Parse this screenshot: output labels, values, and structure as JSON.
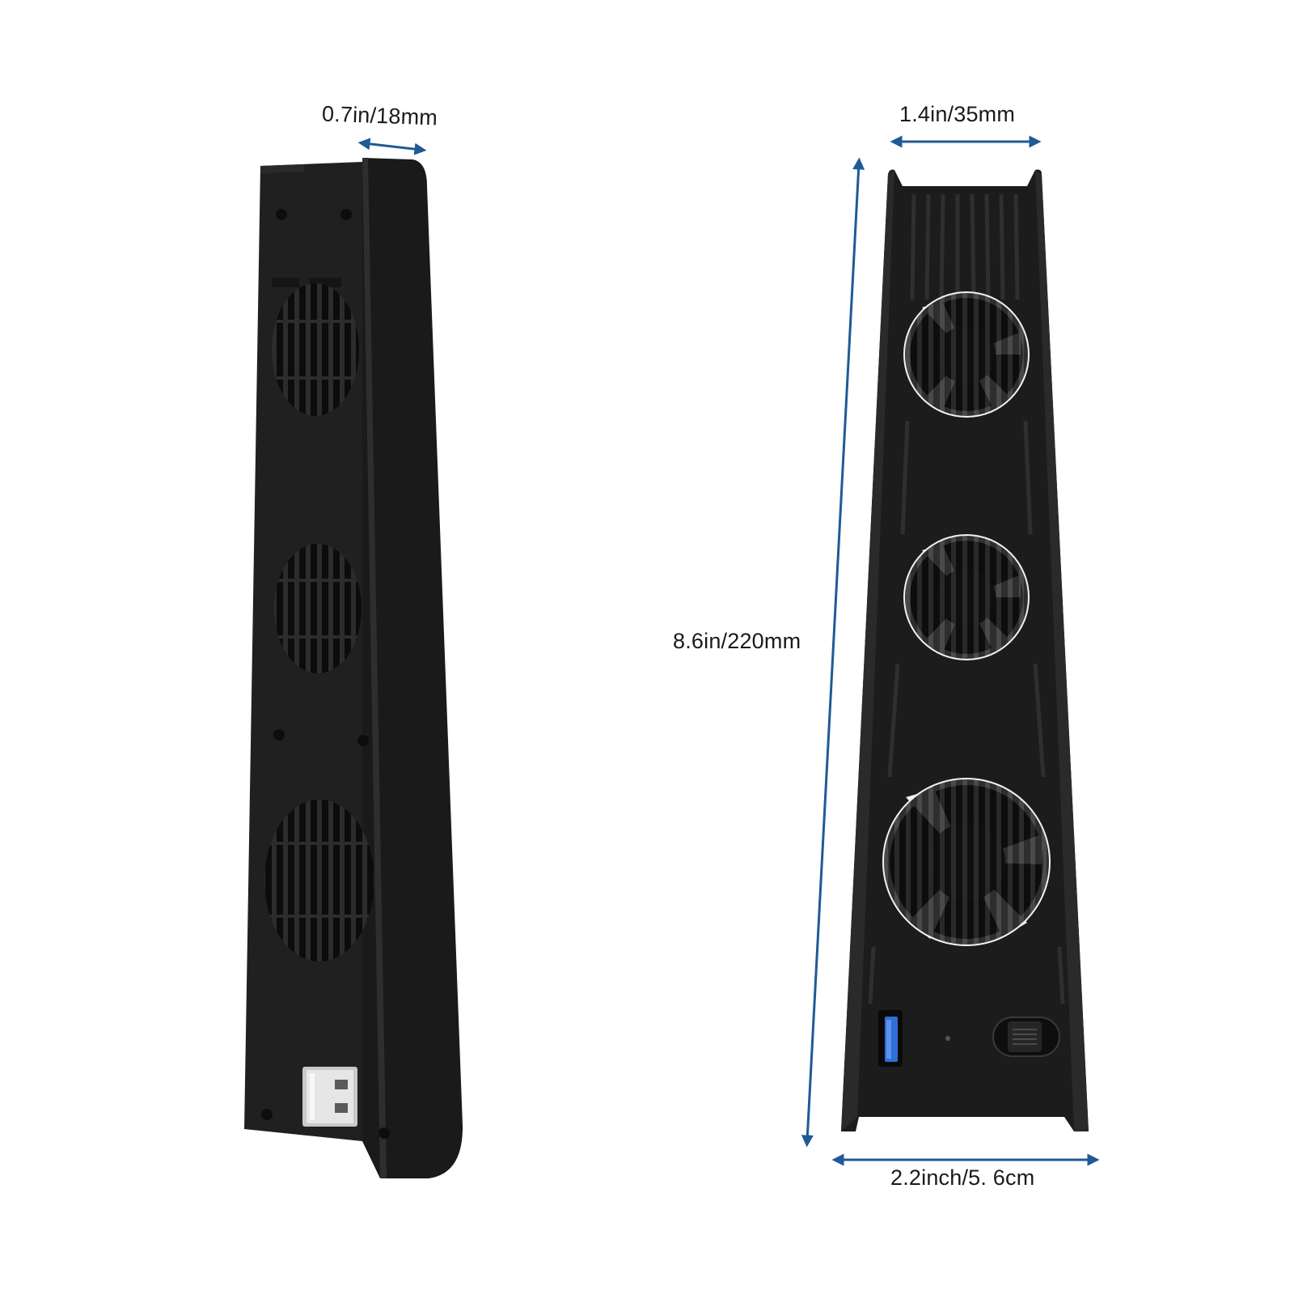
{
  "colors": {
    "arrow": "#1f5a96",
    "body": "#1c1c1c",
    "body_edge": "#2b2b2b",
    "grille": "#111111",
    "fan_white": "#f2f2f2",
    "usb_port_blue": "#2f6fd6",
    "background": "#ffffff"
  },
  "dimensions": {
    "depth": "0.7in/18mm",
    "top_width": "1.4in/35mm",
    "height": "8.6in/220mm",
    "base_width": "2.2inch/5. 6cm"
  },
  "icons": {
    "usb_plug": "usb-plug-icon",
    "usb_port": "usb-port-icon",
    "power_switch": "slide-switch-icon",
    "fan": "fan-icon"
  }
}
